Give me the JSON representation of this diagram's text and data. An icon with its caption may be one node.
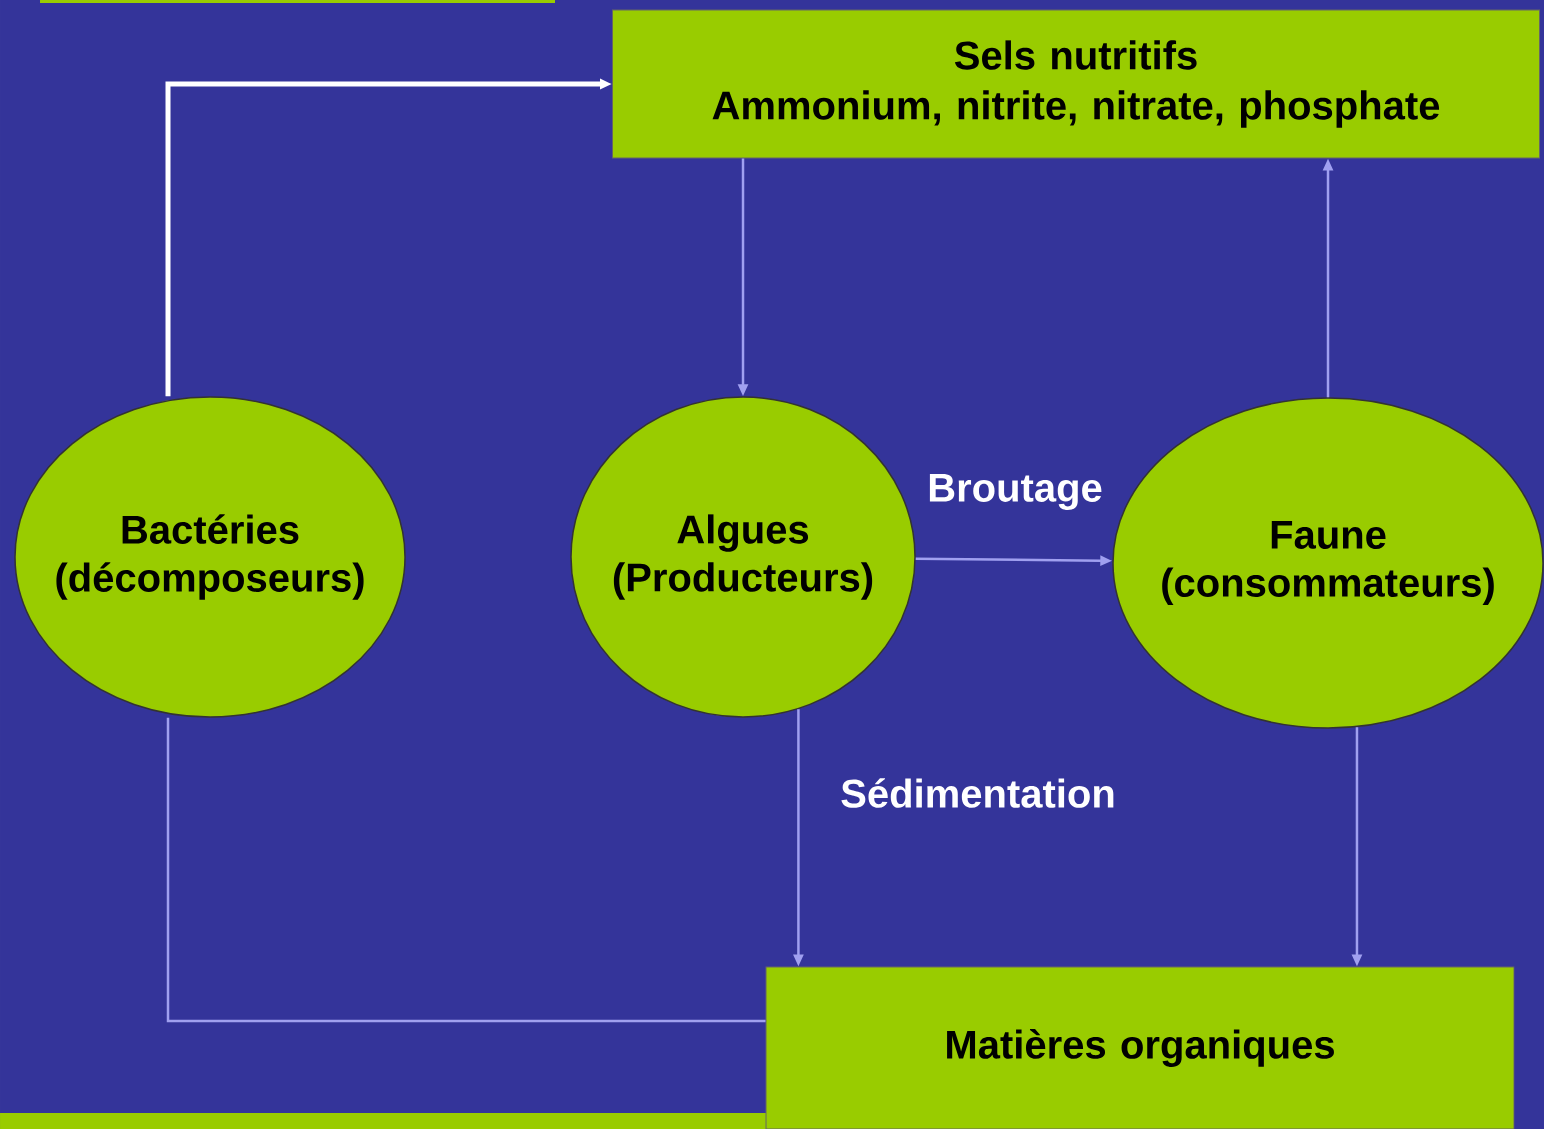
{
  "diagram": {
    "nodes": [
      {
        "text": [
          "Sels nutritifs",
          "Ammonium, nitrite, nitrate, phosphate"
        ]
      },
      {
        "text": [
          "Bactéries (décomposeurs)"
        ]
      },
      {
        "text": [
          "Algues (Producteurs)"
        ]
      },
      {
        "text": [
          "Faune (consommateurs)"
        ]
      },
      {
        "text": [
          "Matières organiques"
        ]
      }
    ],
    "edges": [
      {
        "from": 1,
        "to": 0,
        "arrow": "to",
        "style": "thick",
        "color": "#ffffff"
      },
      {
        "from": 0,
        "to": 2,
        "arrow": "to"
      },
      {
        "from": 2,
        "to": 3,
        "arrow": "to",
        "label": "Broutage"
      },
      {
        "from": 3,
        "to": 0,
        "arrow": "to"
      },
      {
        "from": 2,
        "to": 4,
        "arrow": "to",
        "label": "Sédimentation"
      },
      {
        "from": 3,
        "to": 4,
        "arrow": "to"
      },
      {
        "from": 4,
        "to": 1,
        "arrow": "none"
      }
    ]
  }
}
